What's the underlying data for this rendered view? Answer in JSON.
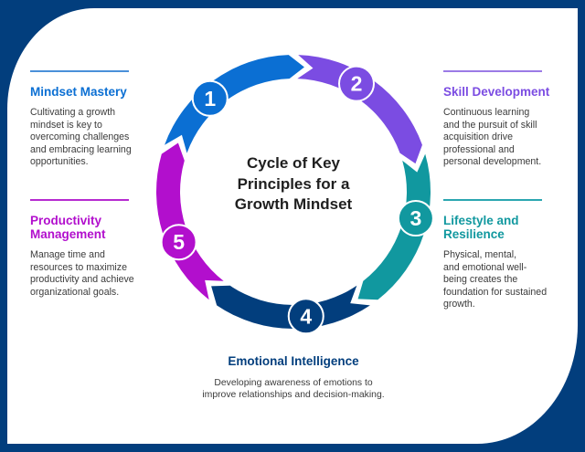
{
  "title": "Cycle of Key Principles for a Growth Mindset",
  "title_lines": [
    "Cycle of Key",
    "Principles for a",
    "Growth Mindset"
  ],
  "colors": {
    "background": "#023e7d",
    "card": "#ffffff",
    "step1": "#0b6fd3",
    "step2": "#7b4ce2",
    "step3": "#11989f",
    "step4": "#023e7d",
    "step5": "#b20fcd"
  },
  "steps": [
    {
      "number": "1",
      "title": "Mindset Mastery",
      "title_lines": [
        "Mindset Mastery"
      ],
      "desc_lines": [
        "Cultivating a growth",
        "mindset is key to",
        "overcoming challenges",
        "and embracing learning",
        "opportunities."
      ],
      "rule_color": "#4a90d9",
      "title_color": "#0b6fd3"
    },
    {
      "number": "2",
      "title": "Skill Development",
      "title_lines": [
        "Skill Development"
      ],
      "desc_lines": [
        "Continuous learning",
        "and the pursuit of skill",
        "acquisition drive",
        "professional and",
        "personal development."
      ],
      "rule_color": "#9b7be6",
      "title_color": "#7b4ce2"
    },
    {
      "number": "3",
      "title": "Lifestyle and Resilience",
      "title_lines": [
        "Lifestyle and",
        "Resilience"
      ],
      "desc_lines": [
        "Physical, mental,",
        "and emotional well-",
        "being creates the",
        "foundation for sustained",
        "growth."
      ],
      "rule_color": "#2ba6b0",
      "title_color": "#11989f"
    },
    {
      "number": "4",
      "title": "Emotional Intelligence",
      "title_lines": [
        "Emotional Intelligence"
      ],
      "desc_lines": [
        "Developing awareness of emotions to",
        "improve relationships and decision-making."
      ],
      "rule_color": "#023e7d",
      "title_color": "#023e7d"
    },
    {
      "number": "5",
      "title": "Productivity Management",
      "title_lines": [
        "Productivity",
        "Management"
      ],
      "desc_lines": [
        "Manage time and",
        "resources to maximize",
        "productivity and achieve",
        "organizational goals."
      ],
      "rule_color": "#b62bd0",
      "title_color": "#b20fcd"
    }
  ]
}
